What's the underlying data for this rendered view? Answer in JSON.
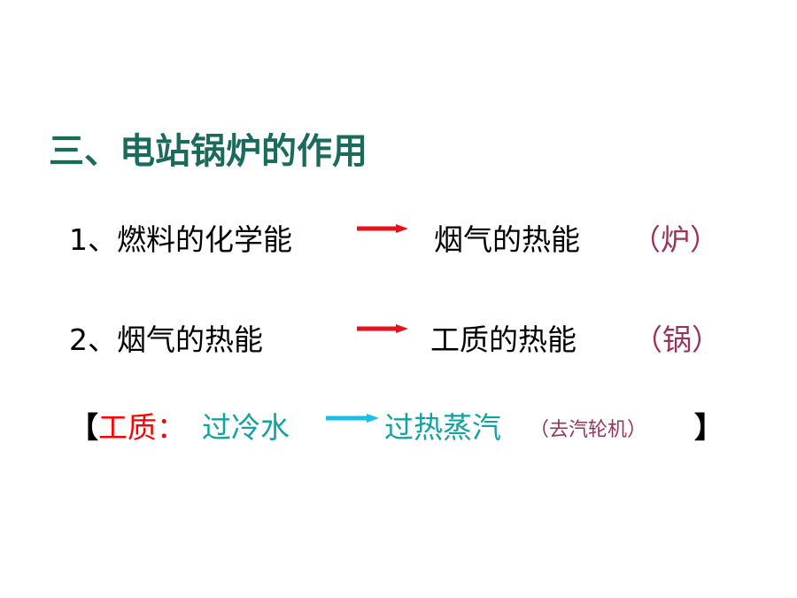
{
  "slide": {
    "title": "三、电站锅炉的作用",
    "row1": {
      "left": "1、燃料的化学能",
      "right": "烟气的热能",
      "paren": "（炉）",
      "arrow_color": "#e8101a"
    },
    "row2": {
      "left": "2、烟气的热能",
      "right": "工质的热能",
      "paren": "（锅）",
      "arrow_color": "#e8101a"
    },
    "row3": {
      "open_bracket": "【",
      "label": "工质：",
      "from": "过冷水",
      "to": "过热蒸汽",
      "paren": "（去汽轮机）",
      "close_bracket": "】",
      "arrow_color": "#19c0e6"
    }
  }
}
